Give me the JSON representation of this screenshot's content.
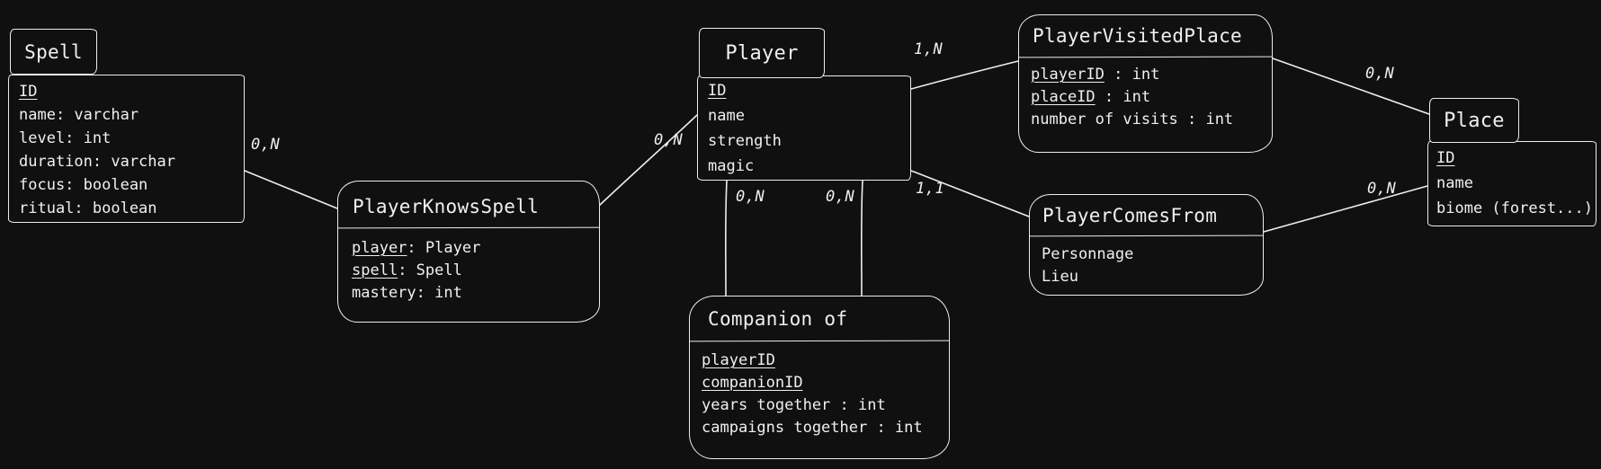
{
  "canvas": {
    "background": "#101010",
    "ink": "#ededed"
  },
  "entities": {
    "spell": {
      "title": "Spell",
      "attributes": [
        {
          "u": "ID",
          "rest": ""
        },
        {
          "u": "",
          "rest": "name: varchar"
        },
        {
          "u": "",
          "rest": "level: int"
        },
        {
          "u": "",
          "rest": "duration: varchar"
        },
        {
          "u": "",
          "rest": "focus: boolean"
        },
        {
          "u": "",
          "rest": "ritual: boolean"
        }
      ]
    },
    "player": {
      "title": "Player",
      "attributes": [
        {
          "u": "ID",
          "rest": ""
        },
        {
          "u": "",
          "rest": "name"
        },
        {
          "u": "",
          "rest": "strength"
        },
        {
          "u": "",
          "rest": "magic"
        }
      ]
    },
    "place": {
      "title": "Place",
      "attributes": [
        {
          "u": "ID",
          "rest": ""
        },
        {
          "u": "",
          "rest": "name"
        },
        {
          "u": "",
          "rest": "biome (forest...)"
        }
      ]
    }
  },
  "relationships": {
    "playerKnowsSpell": {
      "title": "PlayerKnowsSpell",
      "attributes": [
        {
          "u": "player",
          "rest": ": Player"
        },
        {
          "u": "spell",
          "rest": ": Spell"
        },
        {
          "u": "",
          "rest": "mastery: int"
        }
      ]
    },
    "playerVisitedPlace": {
      "title": "PlayerVisitedPlace",
      "attributes": [
        {
          "u": "playerID",
          "rest": " : int"
        },
        {
          "u": "placeID",
          "rest": " : int"
        },
        {
          "u": "",
          "rest": "number of visits : int"
        }
      ]
    },
    "playerComesFrom": {
      "title": "PlayerComesFrom",
      "attributes": [
        {
          "u": "",
          "rest": "Personnage"
        },
        {
          "u": "",
          "rest": "Lieu"
        }
      ]
    },
    "companionOf": {
      "title": "Companion of",
      "attributes": [
        {
          "u": "playerID",
          "rest": ""
        },
        {
          "u": "companionID",
          "rest": ""
        },
        {
          "u": "",
          "rest": "years together : int"
        },
        {
          "u": "",
          "rest": "campaigns together : int"
        }
      ]
    }
  },
  "cards": {
    "spell_pks": "0,N",
    "pks_player": "0,N",
    "player_pvp": "1,N",
    "pvp_place": "0,N",
    "player_pcf": "1,1",
    "pcf_place": "0,N",
    "companion_left": "0,N",
    "companion_right": "0,N"
  }
}
